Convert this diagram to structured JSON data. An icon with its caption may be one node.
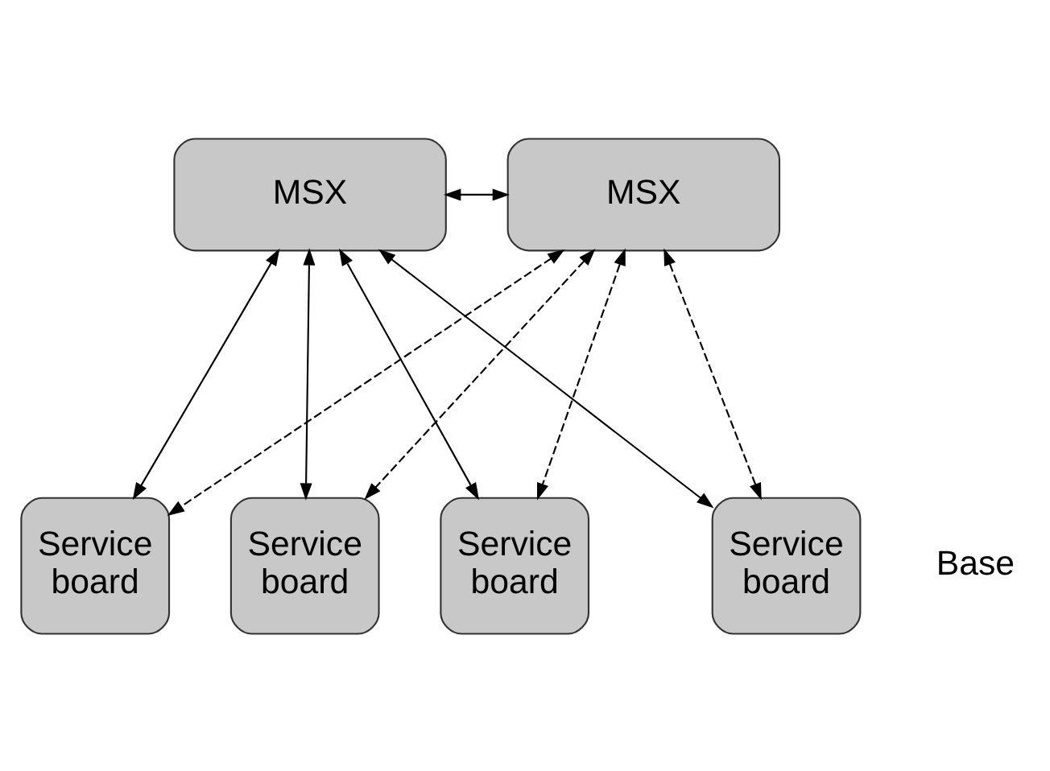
{
  "diagram": {
    "nodes": [
      {
        "text": [
          "MSX"
        ]
      },
      {
        "text": [
          "MSX"
        ]
      },
      {
        "text": [
          "Service board"
        ]
      },
      {
        "text": [
          "Service board"
        ]
      },
      {
        "text": [
          "Service board"
        ]
      },
      {
        "text": [
          "Service board"
        ]
      }
    ],
    "edges": [
      {
        "from": 0,
        "to": 1,
        "arrow": "both"
      },
      {
        "from": 0,
        "to": 2,
        "arrow": "both"
      },
      {
        "from": 0,
        "to": 3,
        "arrow": "both"
      },
      {
        "from": 0,
        "to": 4,
        "arrow": "both"
      },
      {
        "from": 0,
        "to": 5,
        "arrow": "both"
      },
      {
        "from": 1,
        "to": 2,
        "arrow": "both",
        "style": "dashed"
      },
      {
        "from": 1,
        "to": 3,
        "arrow": "both",
        "style": "dashed"
      },
      {
        "from": 1,
        "to": 4,
        "arrow": "both",
        "style": "dashed"
      },
      {
        "from": 1,
        "to": 5,
        "arrow": "both",
        "style": "dashed"
      }
    ],
    "labels": [
      "Base"
    ]
  }
}
